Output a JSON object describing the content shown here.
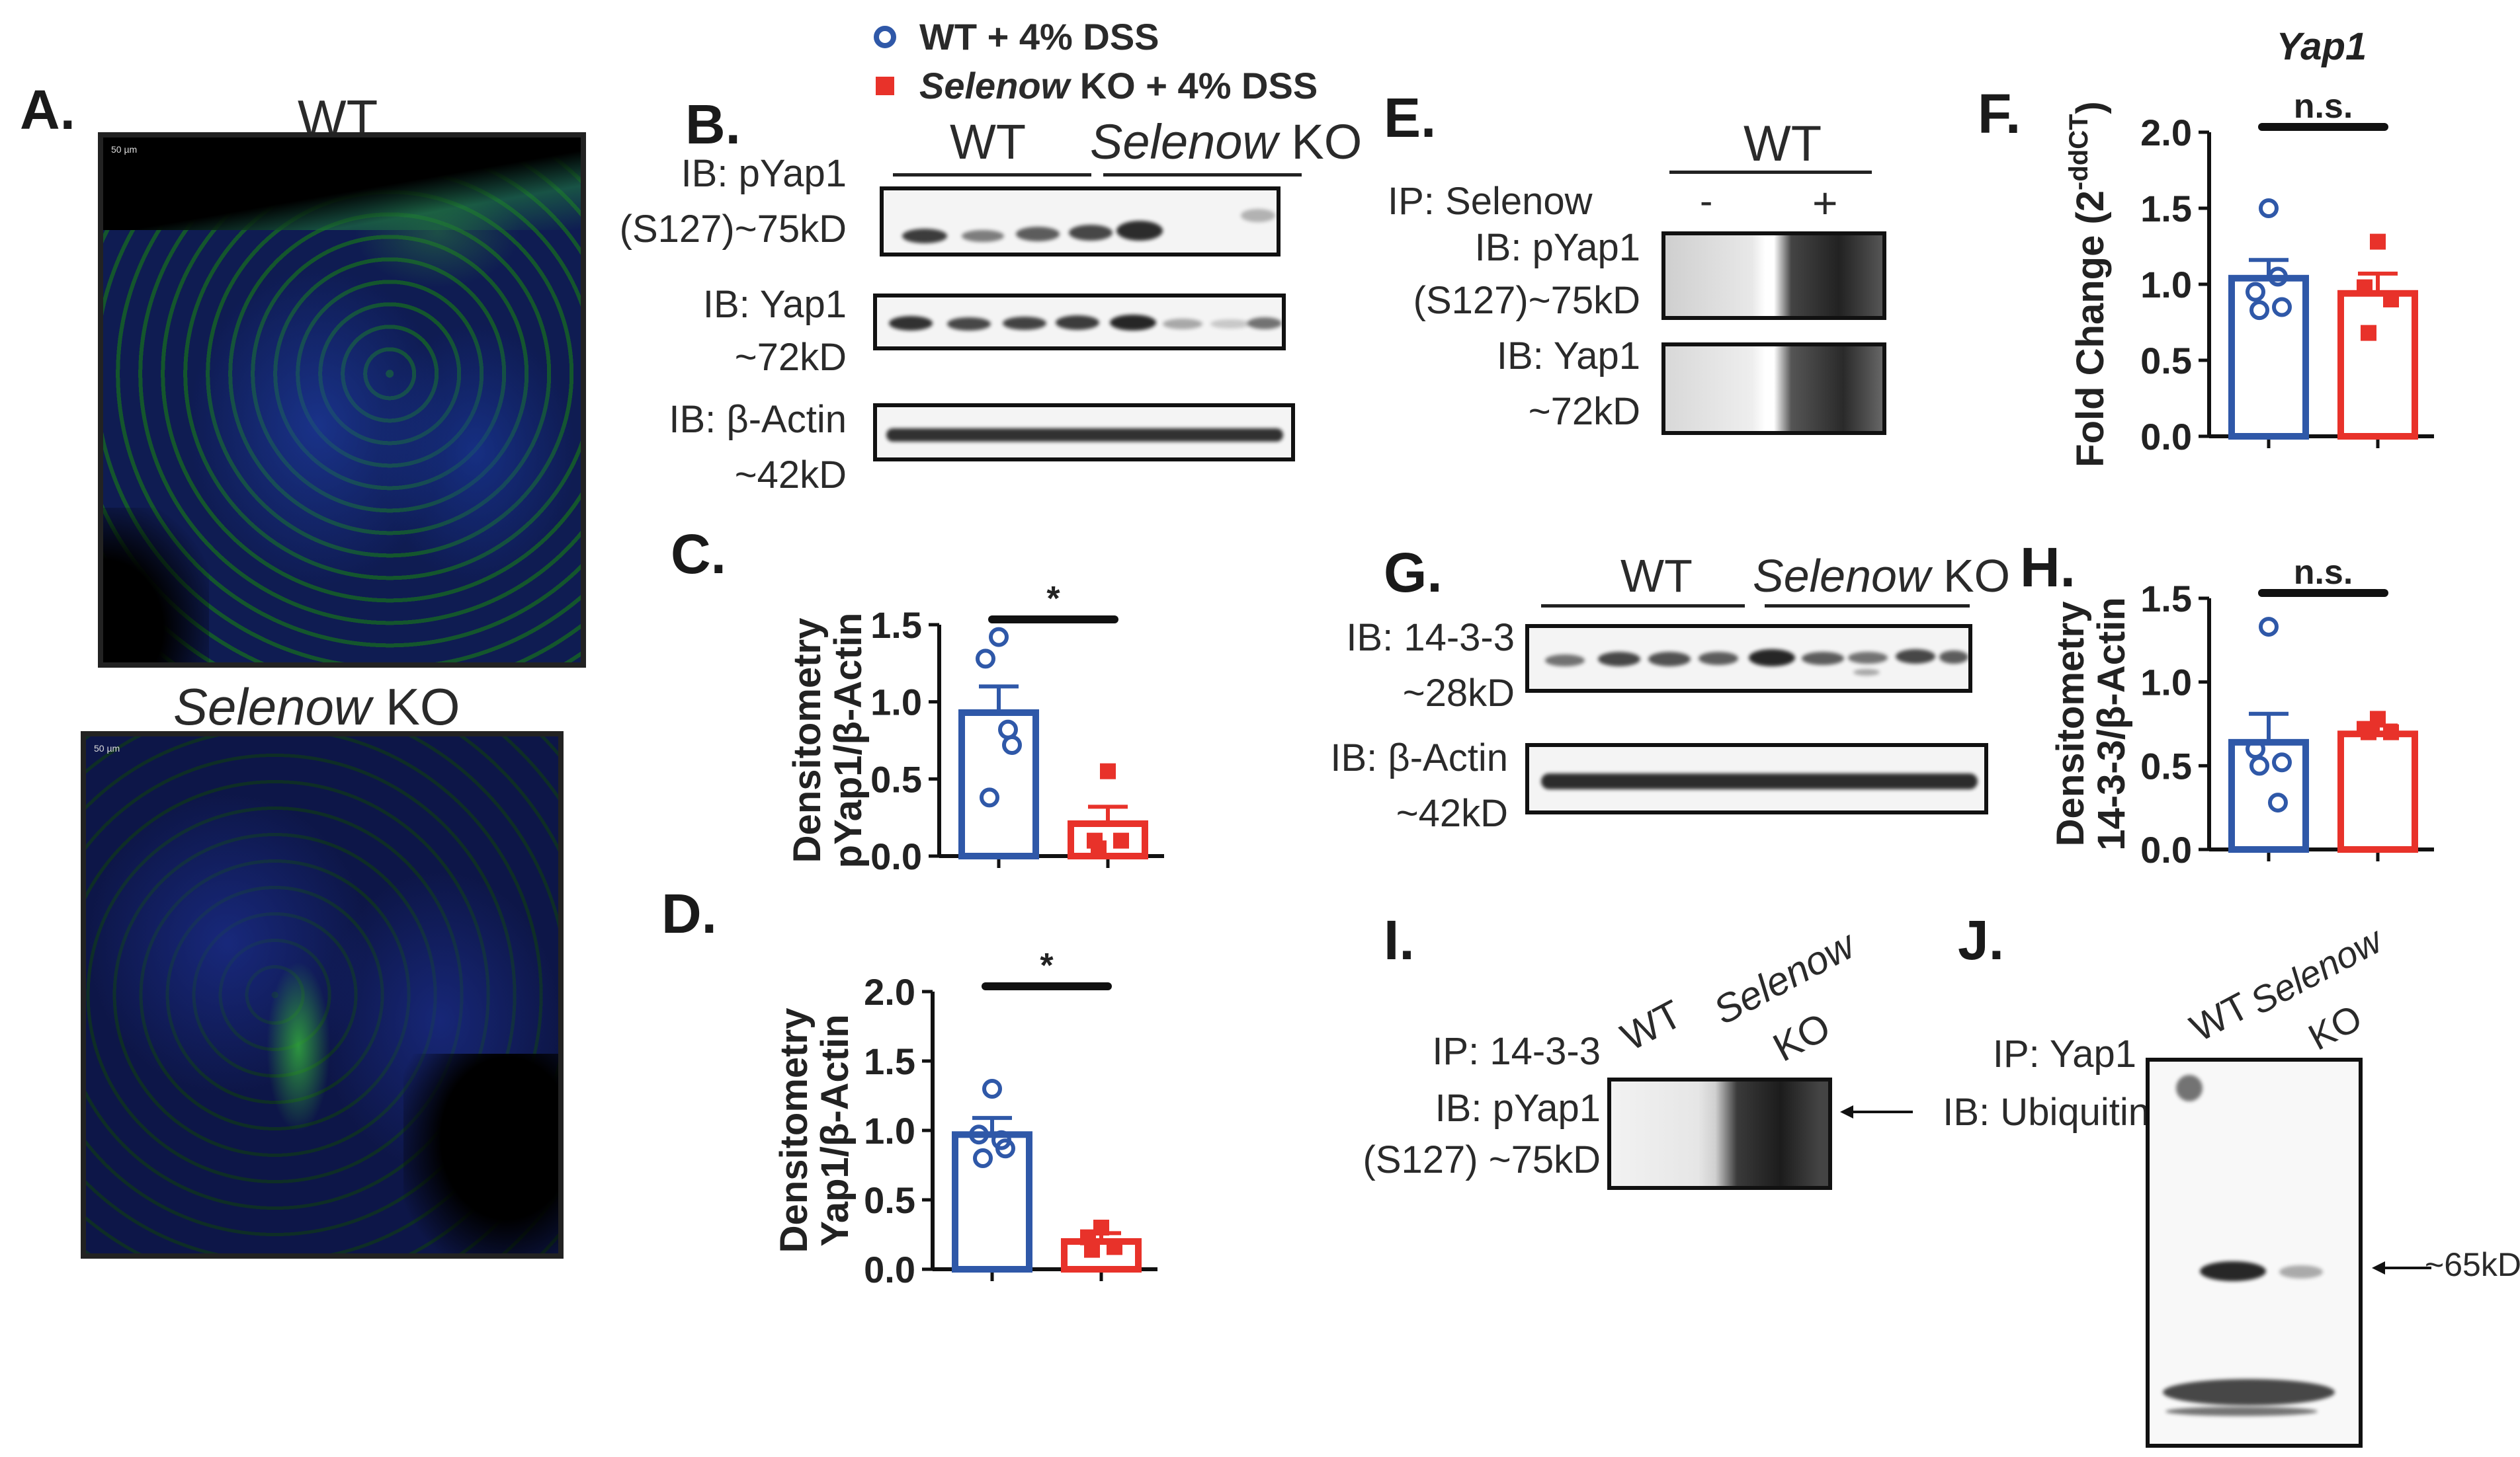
{
  "legend": {
    "wt": "WT + 4% DSS",
    "ko_italic": "Selenow",
    "ko_rest": " KO + 4% DSS",
    "wt_color": "#2f58a8",
    "ko_color": "#e8322a"
  },
  "panels": {
    "A": {
      "label": "A.",
      "wt_title": "WT",
      "ko_title_italic": "Selenow",
      "ko_title_rest": " KO",
      "scale_wt": "50 µm",
      "scale_ko": "50 µm"
    },
    "B": {
      "label": "B.",
      "wt": "WT",
      "ko_italic": "Selenow",
      "ko_rest": " KO",
      "ib1a": "IB: pYap1",
      "ib1b": "(S127)~75kD",
      "ib2a": "IB: Yap1",
      "ib2b": "~72kD",
      "ib3a": "IB: β-Actin",
      "ib3b": "~42kD"
    },
    "E": {
      "label": "E.",
      "wt": "WT",
      "ip": "IP: Selenow",
      "minus": "-",
      "plus": "+",
      "ib1a": "IB: pYap1",
      "ib1b": "(S127)~75kD",
      "ib2a": "IB: Yap1",
      "ib2b": "~72kD"
    },
    "G": {
      "label": "G.",
      "wt": "WT",
      "ko_italic": "Selenow",
      "ko_rest": " KO",
      "ib1a": "IB: 14-3-3",
      "ib1b": "~28kD",
      "ib2a": "IB: β-Actin",
      "ib2b": "~42kD"
    },
    "I": {
      "label": "I.",
      "wt": "WT",
      "ko1": "Selenow",
      "ko2": "KO",
      "ip": "IP: 14-3-3",
      "ib1": "IB: pYap1",
      "ib2": "(S127) ~75kD"
    },
    "J": {
      "label": "J.",
      "wt": "WT",
      "ko1": "Selenow",
      "ko2": "KO",
      "ip": "IP: Yap1",
      "ib": "IB: Ubiquitin",
      "marker": "~65kD"
    },
    "C": {
      "label": "C."
    },
    "D": {
      "label": "D."
    },
    "F": {
      "label": "F."
    },
    "H": {
      "label": "H."
    }
  },
  "chart_data": [
    {
      "id": "C",
      "type": "bar",
      "categories": [
        "WT + 4% DSS",
        "Selenow KO + 4% DSS"
      ],
      "ylabel_1": "Densitometry",
      "ylabel_2": "pYap1/β-Actin",
      "ylim": [
        0,
        1.5
      ],
      "yticks": [
        "0.0",
        "0.5",
        "1.0",
        "1.5"
      ],
      "means": [
        0.93,
        0.21
      ],
      "sem": [
        0.17,
        0.11
      ],
      "points": [
        [
          1.42,
          1.28,
          0.72,
          0.38,
          0.82
        ],
        [
          0.55,
          0.1,
          0.1,
          0.05
        ]
      ],
      "significance": "*"
    },
    {
      "id": "D",
      "type": "bar",
      "categories": [
        "WT + 4% DSS",
        "Selenow KO + 4% DSS"
      ],
      "ylabel_1": "Densitometry",
      "ylabel_2": "Yap1/β-Actin",
      "ylim": [
        0,
        2.0
      ],
      "yticks": [
        "0.0",
        "0.5",
        "1.0",
        "1.5",
        "2.0"
      ],
      "means": [
        0.97,
        0.2
      ],
      "sem": [
        0.12,
        0.06
      ],
      "points": [
        [
          1.3,
          0.97,
          0.87,
          0.8,
          0.93
        ],
        [
          0.3,
          0.23,
          0.16,
          0.14
        ]
      ],
      "significance": "*"
    },
    {
      "id": "F",
      "type": "bar",
      "title": "Yap1",
      "categories": [
        "WT + 4% DSS",
        "Selenow KO + 4% DSS"
      ],
      "ylabel_1": "Fold Change (2",
      "ylabel_sup": "-ddCT",
      "ylabel_end": ")",
      "ylim": [
        0,
        2.0
      ],
      "yticks": [
        "0.0",
        "0.5",
        "1.0",
        "1.5",
        "2.0"
      ],
      "means": [
        1.04,
        0.94
      ],
      "sem": [
        0.12,
        0.13
      ],
      "points": [
        [
          1.5,
          0.95,
          0.85,
          0.83,
          1.05
        ],
        [
          1.28,
          0.98,
          0.9,
          0.68
        ]
      ],
      "significance": "n.s."
    },
    {
      "id": "H",
      "type": "bar",
      "categories": [
        "WT + 4% DSS",
        "Selenow KO + 4% DSS"
      ],
      "ylabel_1": "Densitometry",
      "ylabel_2": "14-3-3/β-Actin",
      "ylim": [
        0,
        1.5
      ],
      "yticks": [
        "0.0",
        "0.5",
        "1.0",
        "1.5"
      ],
      "means": [
        0.64,
        0.69
      ],
      "sem": [
        0.17,
        0.05
      ],
      "points": [
        [
          1.33,
          0.6,
          0.52,
          0.5,
          0.28
        ],
        [
          0.78,
          0.72,
          0.7,
          0.7
        ]
      ],
      "significance": "n.s."
    }
  ]
}
